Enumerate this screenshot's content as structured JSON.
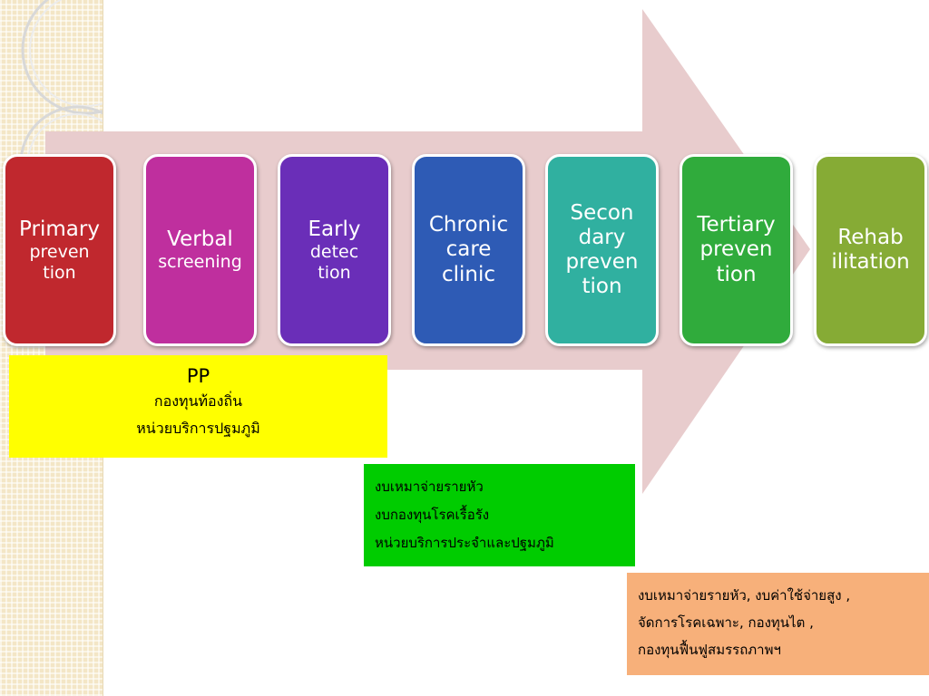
{
  "stages": [
    {
      "id": "primary",
      "lines": [
        {
          "text": "Primary",
          "size": "big"
        },
        {
          "text": "preven",
          "size": "sm"
        },
        {
          "text": "tion",
          "size": "sm"
        }
      ],
      "color": "#c0282e"
    },
    {
      "id": "verbal",
      "lines": [
        {
          "text": "Verbal",
          "size": "big"
        },
        {
          "text": "screening",
          "size": "sm"
        }
      ],
      "color": "#bf2f9e"
    },
    {
      "id": "early",
      "lines": [
        {
          "text": "Early",
          "size": "big"
        },
        {
          "text": "detec",
          "size": "sm"
        },
        {
          "text": "tion",
          "size": "sm"
        }
      ],
      "color": "#6a2eb8"
    },
    {
      "id": "chronic",
      "lines": [
        {
          "text": "Chronic",
          "size": "big"
        },
        {
          "text": "care",
          "size": "big"
        },
        {
          "text": "clinic",
          "size": "big"
        }
      ],
      "color": "#2e5bb5"
    },
    {
      "id": "secondary",
      "lines": [
        {
          "text": "Secon",
          "size": "big"
        },
        {
          "text": "dary",
          "size": "big"
        },
        {
          "text": "preven",
          "size": "big"
        },
        {
          "text": "tion",
          "size": "big"
        }
      ],
      "color": "#30b0a0"
    },
    {
      "id": "tertiary",
      "lines": [
        {
          "text": "Tertiary",
          "size": "big"
        },
        {
          "text": "preven",
          "size": "big"
        },
        {
          "text": "tion",
          "size": "big"
        }
      ],
      "color": "#30ab3c"
    },
    {
      "id": "rehab",
      "lines": [
        {
          "text": "Rehab",
          "size": "big"
        },
        {
          "text": "ilitation",
          "size": "big"
        }
      ],
      "color": "#86ab35"
    }
  ],
  "notes": {
    "pp": {
      "title": "PP",
      "lines": [
        "กองทุนท้องถิ่น",
        "หน่วยบริการปฐมภูมิ"
      ],
      "color": "#ffff00"
    },
    "chronic": {
      "lines": [
        "งบเหมาจ่ายรายหัว",
        "งบกองทุนโรคเรื้อรัง",
        "หน่วยบริการประจำและปฐมภูมิ"
      ],
      "color": "#00cc00"
    },
    "tertiary": {
      "lines": [
        "งบเหมาจ่ายรายหัว, งบค่าใช้จ่ายสูง ,",
        "จัดการโรคเฉพาะ, กองทุนไต ,",
        "กองทุนฟื้นฟูสมรรถภาพฯ"
      ],
      "color": "#f7b07a"
    }
  },
  "colors": {
    "arrow": "#e8cccd",
    "background": "#ffffff",
    "strip": "#f3e6c6"
  }
}
